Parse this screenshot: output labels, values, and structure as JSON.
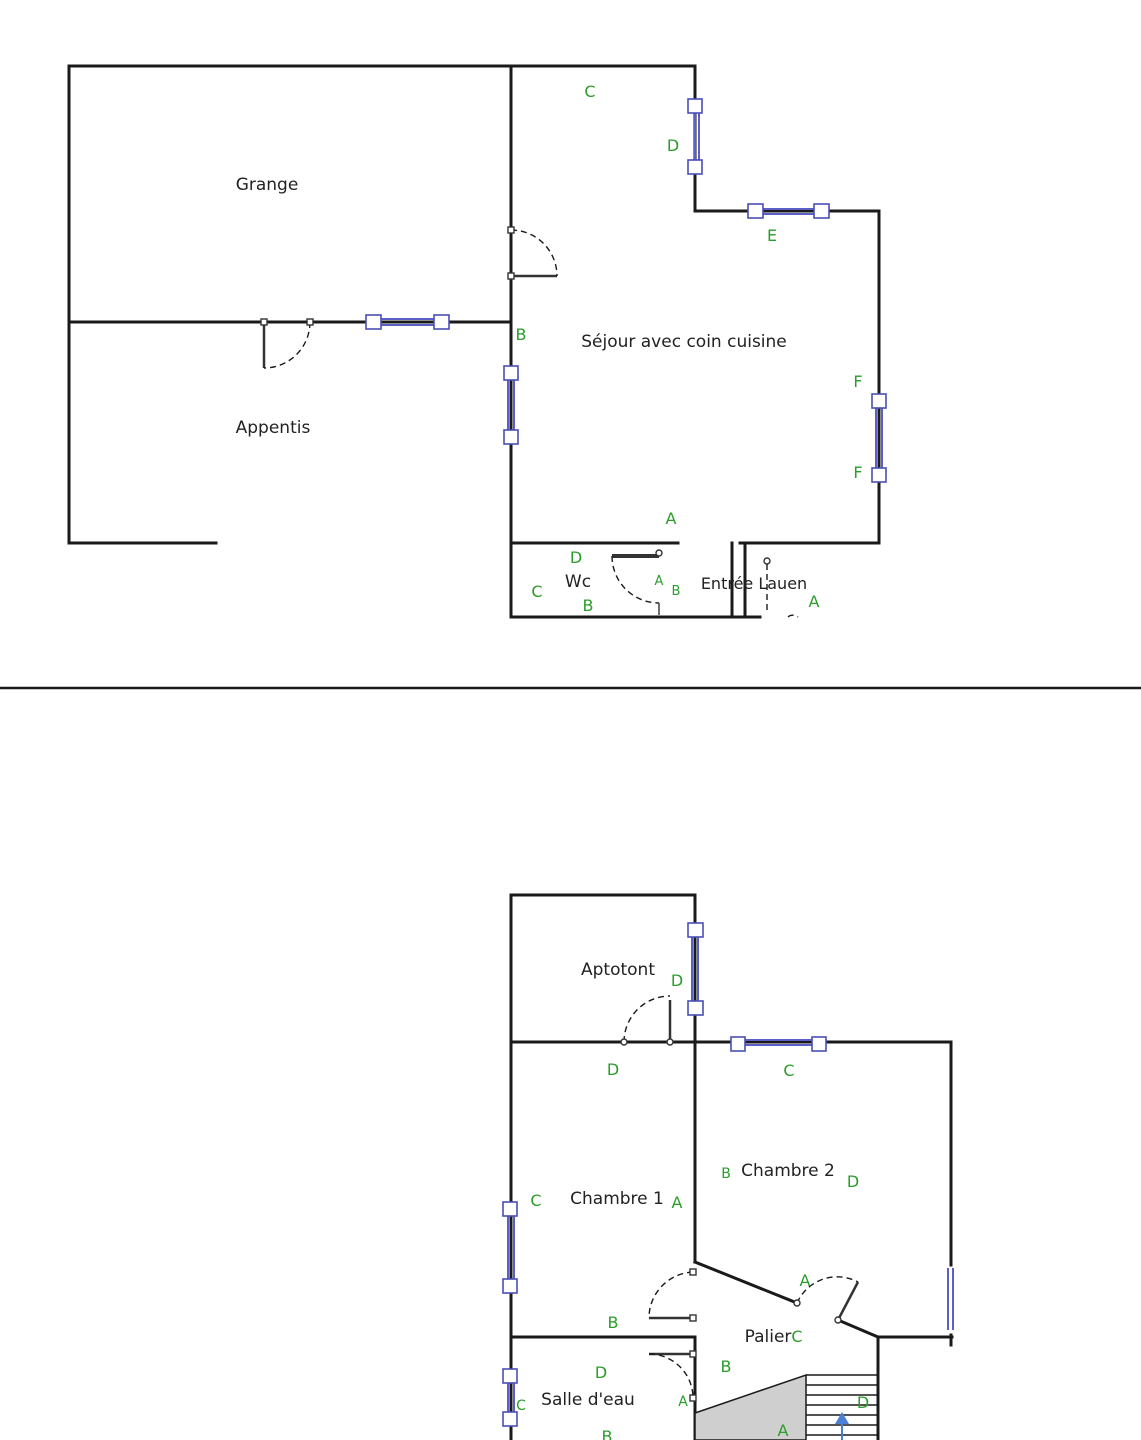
{
  "ground_floor": {
    "rooms": {
      "grange": "Grange",
      "appentis": "Appentis",
      "sejour": "Séjour avec coin cuisine",
      "wc": "Wc",
      "entree": "Entrée Lauen"
    }
  },
  "upper_floor": {
    "rooms": {
      "appentis": "Aptotont",
      "chambre1": "Chambre 1",
      "chambre2": "Chambre 2",
      "palier": "Palier",
      "salle_eau": "Salle d'eau"
    }
  },
  "wall_markers": {
    "g_c1": "C",
    "g_d1": "D",
    "g_e1": "E",
    "g_b1": "B",
    "g_f1": "F",
    "g_f2": "F",
    "g_a1": "A",
    "g_d2": "D",
    "g_c2": "C",
    "g_b2": "B",
    "g_a2": "A",
    "g_b3": "B",
    "g_a3": "A",
    "u_d1": "D",
    "u_d2": "D",
    "u_c1": "C",
    "u_b1": "B",
    "u_d3": "D",
    "u_c2": "C",
    "u_a1": "A",
    "u_a2": "A",
    "u_b2": "B",
    "u_c3": "C",
    "u_b3": "B",
    "u_d4": "D",
    "u_c4": "C",
    "u_a3": "A",
    "u_a4": "A",
    "u_d5": "D",
    "u_b4": "B"
  },
  "colors": {
    "walls": "#1a1a1a",
    "windows": "#4a4fb5",
    "markers": "#2a9d2a",
    "stair_arrow": "#4a7fd6"
  }
}
